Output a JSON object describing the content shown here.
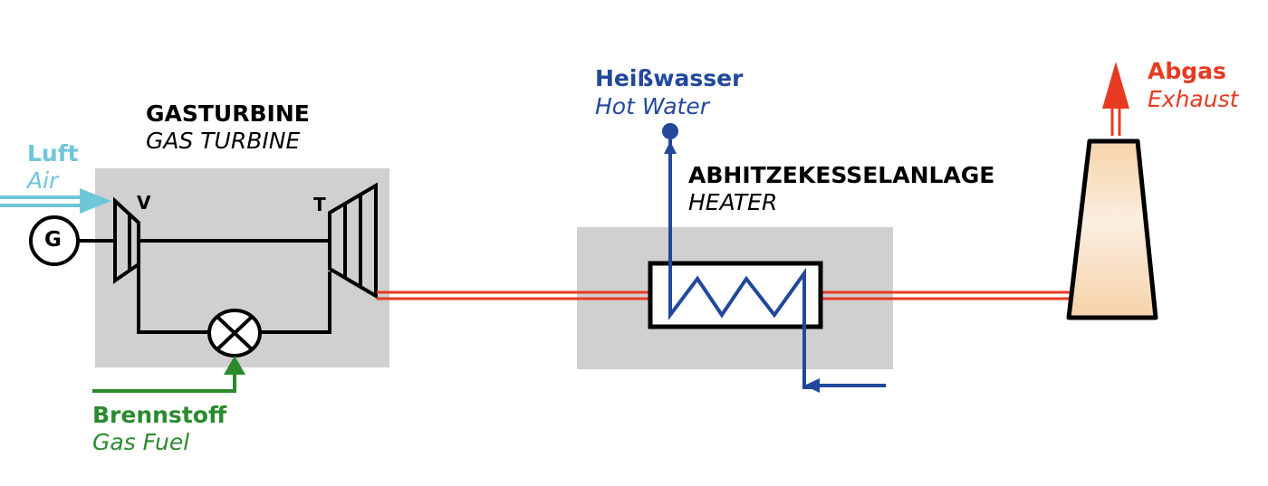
{
  "colors": {
    "air": "#6ec6d8",
    "fuel": "#2a8a2e",
    "water": "#21489b",
    "exhaust": "#e63a22",
    "box": "#cfd0cf",
    "line": "#000000"
  },
  "gas_turbine": {
    "title_de": "GASTURBINE",
    "title_en": "GAS TURBINE",
    "compressor_label": "V",
    "turbine_label": "T",
    "generator_label": "G"
  },
  "air": {
    "label_de": "Luft",
    "label_en": "Air"
  },
  "fuel": {
    "label_de": "Brennstoff",
    "label_en": "Gas Fuel"
  },
  "heater": {
    "title_de": "ABHITZEKESSELANLAGE",
    "title_en": "HEATER"
  },
  "hot_water": {
    "label_de": "Heißwasser",
    "label_en": "Hot Water"
  },
  "exhaust": {
    "label_de": "Abgas",
    "label_en": "Exhaust"
  }
}
